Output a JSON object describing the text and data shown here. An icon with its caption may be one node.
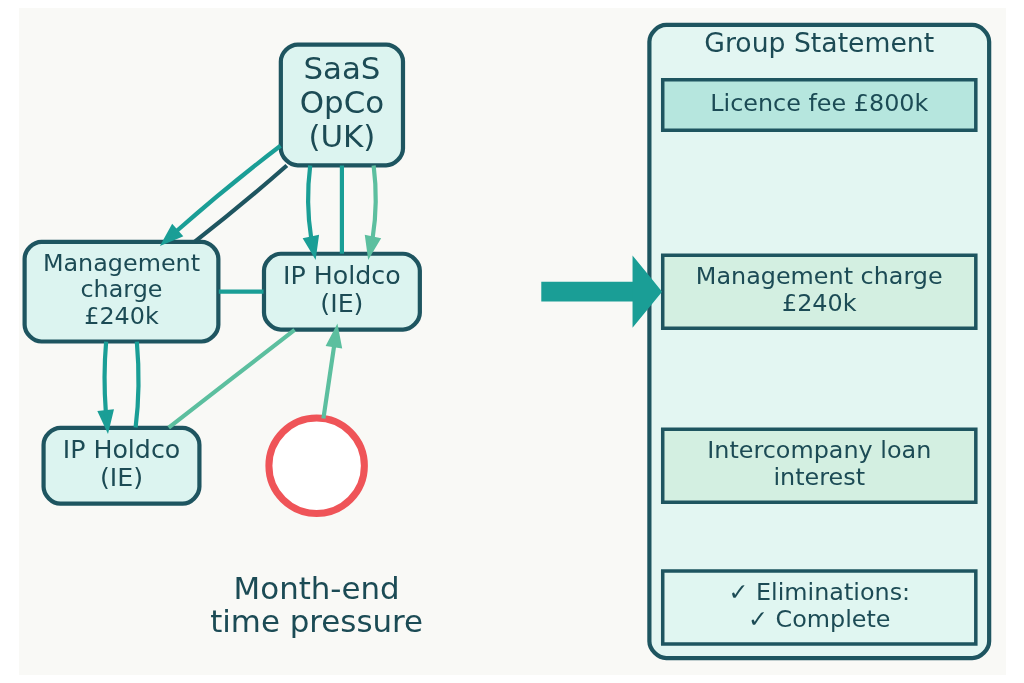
{
  "diagram": {
    "nodes": [
      {
        "text": [
          "SaaS OpCo (UK)"
        ]
      },
      {
        "text": [
          "Management charge £240k"
        ]
      },
      {
        "text": [
          "IP Holdco (IE)"
        ]
      },
      {
        "text": [
          "IP Holdco (IE)"
        ]
      },
      {
        "text": [],
        "shape": "circle",
        "beside": [
          "Month-end time pressure"
        ]
      },
      {
        "text": [
          "Group Statement"
        ]
      },
      {
        "text": [
          "Licence fee £800k"
        ],
        "in": 5
      },
      {
        "text": [
          "Management charge £240k"
        ],
        "in": 5
      },
      {
        "text": [
          "Intercompany loan interest"
        ],
        "in": 5
      },
      {
        "text": [
          "✓ Eliminations: ✓ Complete"
        ],
        "in": 5
      }
    ],
    "edges": [
      {
        "from": 0,
        "to": 1,
        "arrow": "to"
      },
      {
        "from": 0,
        "to": 1,
        "arrow": "none",
        "color": "#1e5560"
      },
      {
        "from": 0,
        "to": 2,
        "arrow": "to"
      },
      {
        "from": 0,
        "to": 2,
        "arrow": "none"
      },
      {
        "from": 0,
        "to": 2,
        "arrow": "to",
        "color": "#5cbf9f"
      },
      {
        "from": 1,
        "to": 2,
        "arrow": "none"
      },
      {
        "from": 1,
        "to": 3,
        "arrow": "to"
      },
      {
        "from": 1,
        "to": 3,
        "arrow": "none"
      },
      {
        "from": 2,
        "to": 3,
        "arrow": "none",
        "color": "#5cbf9f"
      },
      {
        "from": 4,
        "to": 2,
        "arrow": "to",
        "color": "#5cbf9f"
      },
      {
        "from": null,
        "to": 5,
        "arrow": "to",
        "style": "thick"
      }
    ]
  }
}
